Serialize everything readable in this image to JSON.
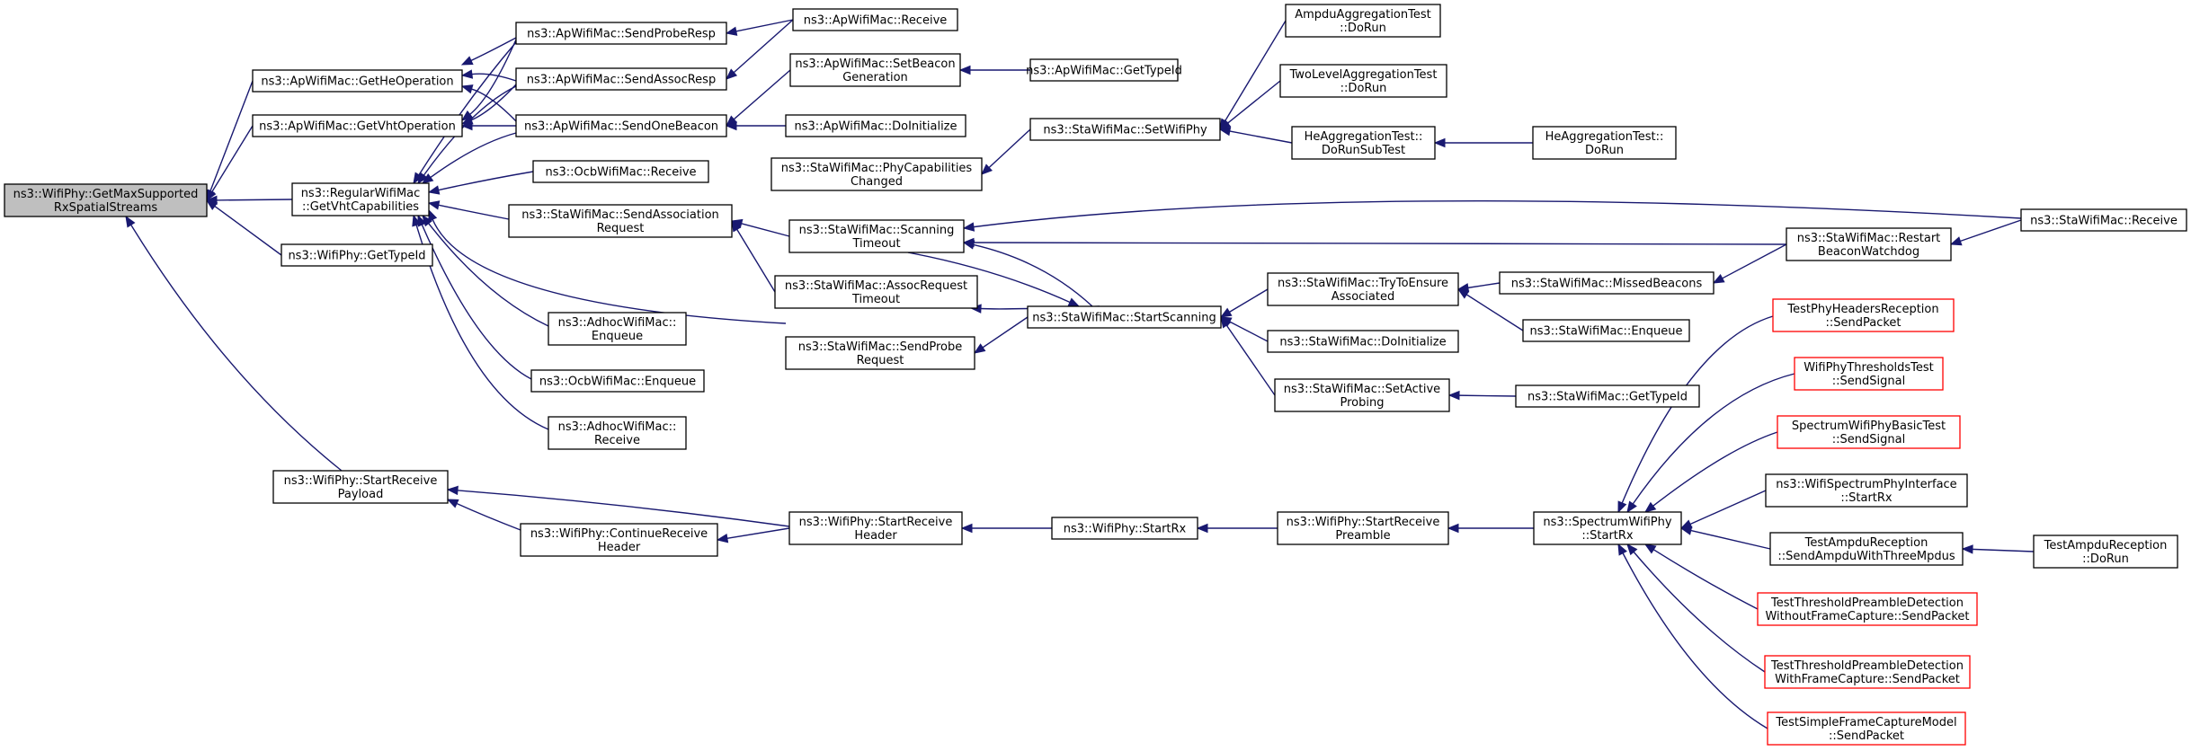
{
  "graph": {
    "colors": {
      "edge": "#191970",
      "node_border": "#000000",
      "root_fill": "#bfbfbf",
      "external_border": "#ff0000",
      "background": "#ffffff"
    },
    "nodes": [
      {
        "id": "root",
        "lines": [
          "ns3::WifiPhy::GetMaxSupported",
          "RxSpatialStreams"
        ],
        "style": "root"
      },
      {
        "id": "getHeOp",
        "lines": [
          "ns3::ApWifiMac::GetHeOperation"
        ]
      },
      {
        "id": "getVhtOp",
        "lines": [
          "ns3::ApWifiMac::GetVhtOperation"
        ]
      },
      {
        "id": "regVht",
        "lines": [
          "ns3::RegularWifiMac",
          "::GetVhtCapabilities"
        ]
      },
      {
        "id": "wpTypeId",
        "lines": [
          "ns3::WifiPhy::GetTypeId"
        ]
      },
      {
        "id": "startRecvPayload",
        "lines": [
          "ns3::WifiPhy::StartReceive",
          "Payload"
        ]
      },
      {
        "id": "sendProbeResp",
        "lines": [
          "ns3::ApWifiMac::SendProbeResp"
        ]
      },
      {
        "id": "sendAssocResp",
        "lines": [
          "ns3::ApWifiMac::SendAssocResp"
        ]
      },
      {
        "id": "sendOneBeacon",
        "lines": [
          "ns3::ApWifiMac::SendOneBeacon"
        ]
      },
      {
        "id": "ocbRecv",
        "lines": [
          "ns3::OcbWifiMac::Receive"
        ]
      },
      {
        "id": "staSendAssoc",
        "lines": [
          "ns3::StaWifiMac::SendAssociation",
          "Request"
        ]
      },
      {
        "id": "adhocEnq",
        "lines": [
          "ns3::AdhocWifiMac::",
          "Enqueue"
        ]
      },
      {
        "id": "ocbEnq",
        "lines": [
          "ns3::OcbWifiMac::Enqueue"
        ]
      },
      {
        "id": "adhocRecv",
        "lines": [
          "ns3::AdhocWifiMac::",
          "Receive"
        ]
      },
      {
        "id": "contRecvHeader",
        "lines": [
          "ns3::WifiPhy::ContinueReceive",
          "Header"
        ]
      },
      {
        "id": "apRecv",
        "lines": [
          "ns3::ApWifiMac::Receive"
        ]
      },
      {
        "id": "setBeaconGen",
        "lines": [
          "ns3::ApWifiMac::SetBeacon",
          "Generation"
        ]
      },
      {
        "id": "apDoInit",
        "lines": [
          "ns3::ApWifiMac::DoInitialize"
        ]
      },
      {
        "id": "staPhyCap",
        "lines": [
          "ns3::StaWifiMac::PhyCapabilities",
          "Changed"
        ]
      },
      {
        "id": "staScanTimeout",
        "lines": [
          "ns3::StaWifiMac::Scanning",
          "Timeout"
        ]
      },
      {
        "id": "staAssocTimeout",
        "lines": [
          "ns3::StaWifiMac::AssocRequest",
          "Timeout"
        ]
      },
      {
        "id": "staSendProbe",
        "lines": [
          "ns3::StaWifiMac::SendProbe",
          "Request"
        ]
      },
      {
        "id": "startRecvHeader",
        "lines": [
          "ns3::WifiPhy::StartReceive",
          "Header"
        ]
      },
      {
        "id": "apTypeId",
        "lines": [
          "ns3::ApWifiMac::GetTypeId"
        ]
      },
      {
        "id": "staSetWifiPhy",
        "lines": [
          "ns3::StaWifiMac::SetWifiPhy"
        ]
      },
      {
        "id": "staStartScan",
        "lines": [
          "ns3::StaWifiMac::StartScanning"
        ]
      },
      {
        "id": "wpStartRx",
        "lines": [
          "ns3::WifiPhy::StartRx"
        ]
      },
      {
        "id": "ampduAgg",
        "lines": [
          "AmpduAggregationTest",
          "::DoRun"
        ]
      },
      {
        "id": "twoLevel",
        "lines": [
          "TwoLevelAggregationTest",
          "::DoRun"
        ]
      },
      {
        "id": "heAggSub",
        "lines": [
          "HeAggregationTest::",
          "DoRunSubTest"
        ]
      },
      {
        "id": "staTryEnsure",
        "lines": [
          "ns3::StaWifiMac::TryToEnsure",
          "Associated"
        ]
      },
      {
        "id": "staDoInit",
        "lines": [
          "ns3::StaWifiMac::DoInitialize"
        ]
      },
      {
        "id": "staSetActive",
        "lines": [
          "ns3::StaWifiMac::SetActive",
          "Probing"
        ]
      },
      {
        "id": "startRecvPreamble",
        "lines": [
          "ns3::WifiPhy::StartReceive",
          "Preamble"
        ]
      },
      {
        "id": "heAggDoRun",
        "lines": [
          "HeAggregationTest::",
          "DoRun"
        ]
      },
      {
        "id": "staMissed",
        "lines": [
          "ns3::StaWifiMac::MissedBeacons"
        ]
      },
      {
        "id": "staEnqueue",
        "lines": [
          "ns3::StaWifiMac::Enqueue"
        ]
      },
      {
        "id": "staTypeId",
        "lines": [
          "ns3::StaWifiMac::GetTypeId"
        ]
      },
      {
        "id": "staRestart",
        "lines": [
          "ns3::StaWifiMac::Restart",
          "BeaconWatchdog"
        ]
      },
      {
        "id": "spectrumStartRx",
        "lines": [
          "ns3::SpectrumWifiPhy",
          "::StartRx"
        ]
      },
      {
        "id": "staReceive",
        "lines": [
          "ns3::StaWifiMac::Receive"
        ]
      },
      {
        "id": "tPhyHeaders",
        "lines": [
          "TestPhyHeadersReception",
          "::SendPacket"
        ],
        "style": "red"
      },
      {
        "id": "tThresholds",
        "lines": [
          "WifiPhyThresholdsTest",
          "::SendSignal"
        ],
        "style": "red"
      },
      {
        "id": "tSpectrumBasic",
        "lines": [
          "SpectrumWifiPhyBasicTest",
          "::SendSignal"
        ],
        "style": "red"
      },
      {
        "id": "spectrumIface",
        "lines": [
          "ns3::WifiSpectrumPhyInterface",
          "::StartRx"
        ]
      },
      {
        "id": "tAmpduSend",
        "lines": [
          "TestAmpduReception",
          "::SendAmpduWithThreeMpdus"
        ]
      },
      {
        "id": "tPreambleNo",
        "lines": [
          "TestThresholdPreambleDetection",
          "WithoutFrameCapture::SendPacket"
        ],
        "style": "red"
      },
      {
        "id": "tPreambleWith",
        "lines": [
          "TestThresholdPreambleDetection",
          "WithFrameCapture::SendPacket"
        ],
        "style": "red"
      },
      {
        "id": "tSimpleCapture",
        "lines": [
          "TestSimpleFrameCaptureModel",
          "::SendPacket"
        ],
        "style": "red"
      },
      {
        "id": "tAmpduDoRun",
        "lines": [
          "TestAmpduReception",
          "::DoRun"
        ]
      }
    ],
    "edges": [
      [
        "root",
        "getHeOp"
      ],
      [
        "root",
        "getVhtOp"
      ],
      [
        "root",
        "regVht"
      ],
      [
        "root",
        "wpTypeId"
      ],
      [
        "root",
        "startRecvPayload"
      ],
      [
        "getHeOp",
        "sendProbeResp"
      ],
      [
        "getHeOp",
        "sendAssocResp"
      ],
      [
        "getHeOp",
        "sendOneBeacon"
      ],
      [
        "getVhtOp",
        "sendProbeResp"
      ],
      [
        "getVhtOp",
        "sendAssocResp"
      ],
      [
        "getVhtOp",
        "sendOneBeacon"
      ],
      [
        "regVht",
        "sendProbeResp"
      ],
      [
        "regVht",
        "sendAssocResp"
      ],
      [
        "regVht",
        "sendOneBeacon"
      ],
      [
        "regVht",
        "ocbRecv"
      ],
      [
        "regVht",
        "staSendAssoc"
      ],
      [
        "regVht",
        "staSendProbe"
      ],
      [
        "regVht",
        "adhocEnq"
      ],
      [
        "regVht",
        "ocbEnq"
      ],
      [
        "regVht",
        "adhocRecv"
      ],
      [
        "startRecvPayload",
        "startRecvHeader"
      ],
      [
        "startRecvPayload",
        "contRecvHeader"
      ],
      [
        "contRecvHeader",
        "startRecvHeader"
      ],
      [
        "sendProbeResp",
        "apRecv"
      ],
      [
        "sendAssocResp",
        "apRecv"
      ],
      [
        "sendOneBeacon",
        "setBeaconGen"
      ],
      [
        "sendOneBeacon",
        "apDoInit"
      ],
      [
        "setBeaconGen",
        "apTypeId"
      ],
      [
        "staSendAssoc",
        "staScanTimeout"
      ],
      [
        "staSendAssoc",
        "staAssocTimeout"
      ],
      [
        "staPhyCap",
        "staSetWifiPhy"
      ],
      [
        "staScanTimeout",
        "staReceive"
      ],
      [
        "staScanTimeout",
        "staRestart"
      ],
      [
        "staScanTimeout",
        "staStartScan"
      ],
      [
        "staAssocTimeout",
        "staStartScan"
      ],
      [
        "staSendProbe",
        "staStartScan"
      ],
      [
        "startRecvHeader",
        "wpStartRx"
      ],
      [
        "staSetWifiPhy",
        "ampduAgg"
      ],
      [
        "staSetWifiPhy",
        "twoLevel"
      ],
      [
        "staSetWifiPhy",
        "heAggSub"
      ],
      [
        "staStartScan",
        "staScanTimeout"
      ],
      [
        "staStartScan",
        "staTryEnsure"
      ],
      [
        "staStartScan",
        "staDoInit"
      ],
      [
        "staStartScan",
        "staSetActive"
      ],
      [
        "wpStartRx",
        "startRecvPreamble"
      ],
      [
        "heAggSub",
        "heAggDoRun"
      ],
      [
        "staTryEnsure",
        "staMissed"
      ],
      [
        "staTryEnsure",
        "staEnqueue"
      ],
      [
        "staSetActive",
        "staTypeId"
      ],
      [
        "startRecvPreamble",
        "spectrumStartRx"
      ],
      [
        "staMissed",
        "staRestart"
      ],
      [
        "staRestart",
        "staReceive"
      ],
      [
        "spectrumStartRx",
        "tPhyHeaders"
      ],
      [
        "spectrumStartRx",
        "tThresholds"
      ],
      [
        "spectrumStartRx",
        "tSpectrumBasic"
      ],
      [
        "spectrumStartRx",
        "spectrumIface"
      ],
      [
        "spectrumStartRx",
        "tAmpduSend"
      ],
      [
        "spectrumStartRx",
        "tPreambleNo"
      ],
      [
        "spectrumStartRx",
        "tPreambleWith"
      ],
      [
        "spectrumStartRx",
        "tSimpleCapture"
      ],
      [
        "tAmpduSend",
        "tAmpduDoRun"
      ]
    ]
  }
}
